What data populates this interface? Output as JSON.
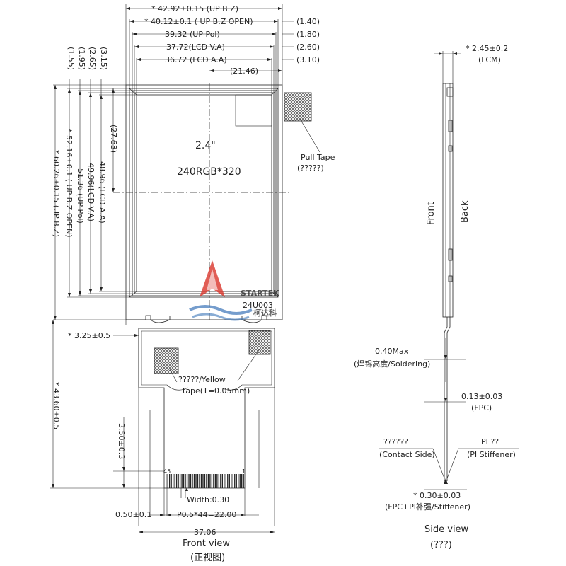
{
  "top_dims": {
    "up_bz": "* 42.92±0.15 (UP B.Z)",
    "up_bz_open": "* 40.12±0.1  ( UP B.Z OPEN)",
    "up_pol": "39.32 (UP Pol)",
    "lcd_va": "37.72(LCD V.A)",
    "lcd_aa": "36.72 (LCD A.A)",
    "offset": "(21.46)",
    "r1": "(1.40)",
    "r2": "(1.80)",
    "r3": "(2.60)",
    "r4": "(3.10)"
  },
  "left_dims": {
    "l1": "(1.55)",
    "l2": "(1.95)",
    "l3": "(2.65)",
    "l4": "(3.15)",
    "up_bz": "* 60.26±0.15 (UP B.Z)",
    "up_bz_open": "* 52.16±0.1  ( UP B.Z OPEN)",
    "up_pol": "51.36 (UP Pol)",
    "lcd_va": "49.96(LCD V.A)",
    "lcd_aa": "48.96 (LCD A.A)",
    "offset": "(27.63)"
  },
  "panel": {
    "size": "2.4\"",
    "resolution": "240RGB*320",
    "pull_tape": "Pull Tape",
    "pull_tape_sub": "(?????)",
    "model_code": "24U003"
  },
  "fpc": {
    "notch": "* 3.25±0.5",
    "length": "* 43.60±0.5",
    "tape_label_1": "?????/Yellow",
    "tape_label_2": "tape(T=0.05mm)",
    "contact_height": "3.50±0.3",
    "pin_last": "45",
    "pin_first": "1",
    "lead_width": "Width:0.30",
    "pitch": "P0.5*44=22.00",
    "edge_offset": "0.50±0.1",
    "fpc_width": "37.06"
  },
  "side_view": {
    "lcm_thickness": "* 2.45±0.2",
    "lcm": "(LCM)",
    "front": "Front",
    "back": "Back",
    "soldering": "0.40Max",
    "soldering_sub": "(焊锡高度/Soldering)",
    "fpc_thickness": "0.13±0.03",
    "fpc_sub": "(FPC)",
    "contact_label": "??????",
    "contact_sub": "(Contact Side)",
    "pi_label": "PI ??",
    "pi_sub": "(PI Stiffener)",
    "total": "* 0.30±0.03",
    "total_sub": "(FPC+PI补强/Stiffener)"
  },
  "captions": {
    "front_view": "Front view",
    "front_view_sub": "(正视图)",
    "side_view": "Side view",
    "side_view_sub": "(???)"
  },
  "watermark": {
    "brand": "STARTEK",
    "brand_cn": "柯达科",
    "brand_color": "#2b4a78",
    "logo_color": "#d9342b"
  }
}
